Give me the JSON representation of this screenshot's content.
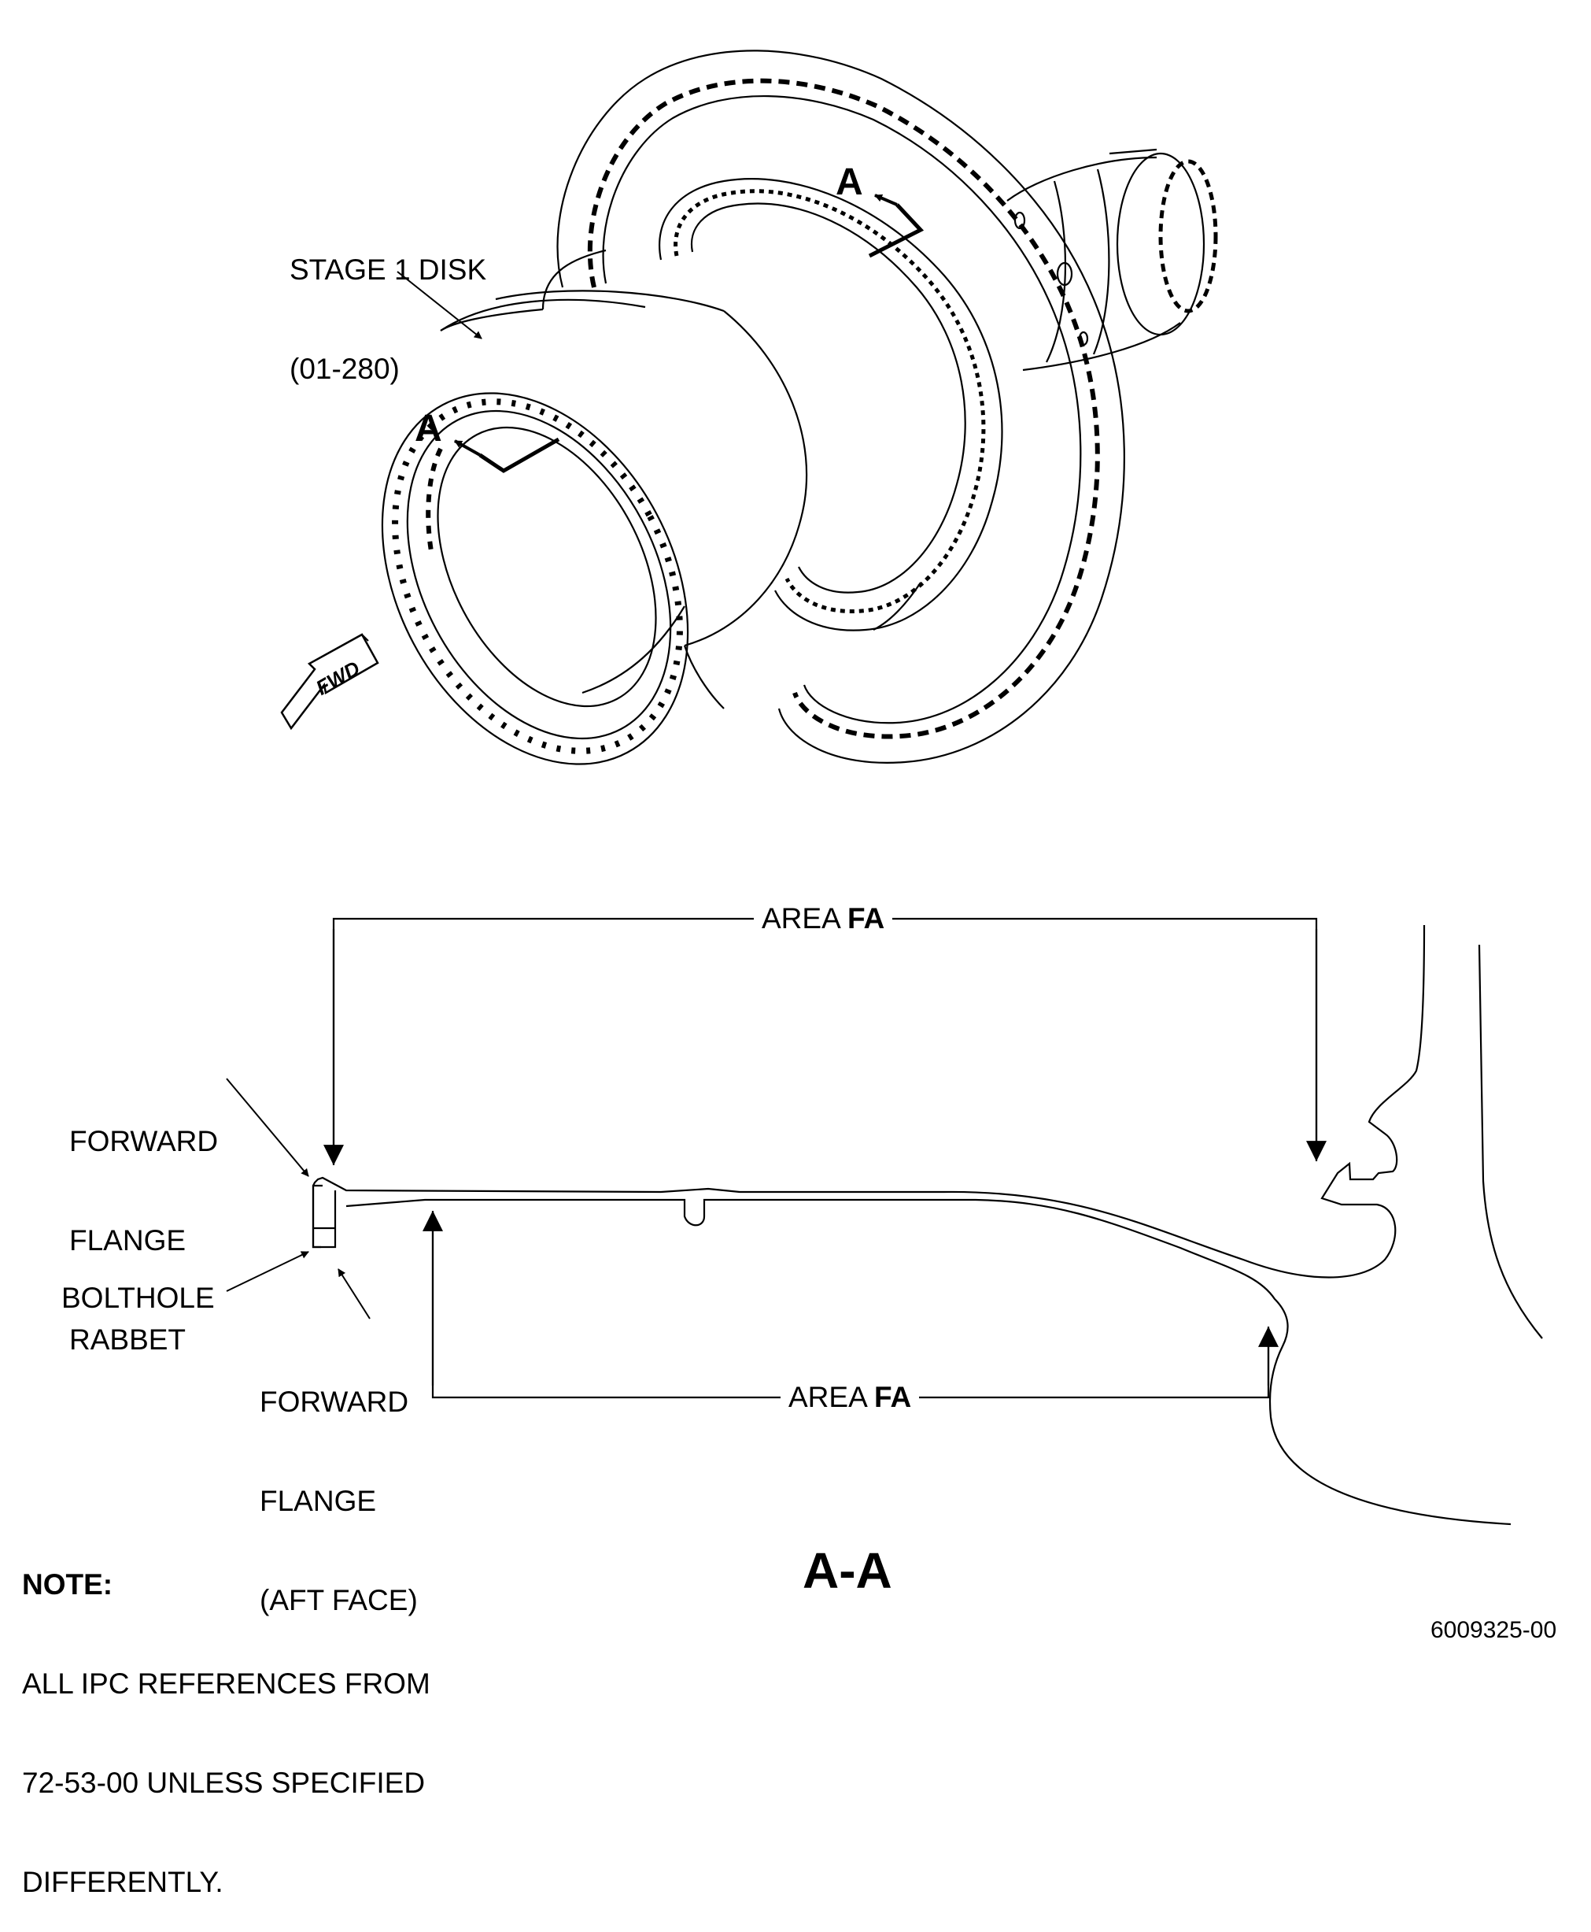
{
  "top_view": {
    "stage1_label_line1": "STAGE 1 DISK",
    "stage1_label_line2": "(01-280)",
    "section_mark_upper": "A",
    "section_mark_lower": "A",
    "fwd_arrow_text": "FWD"
  },
  "section_view": {
    "area_label_prefix": "AREA ",
    "area_label_code": "FA",
    "forward_flange_rabbet": [
      "FORWARD",
      "FLANGE",
      "RABBET"
    ],
    "bolthole": "BOLTHOLE",
    "forward_flange_aft_face": [
      "FORWARD",
      "FLANGE",
      "(AFT FACE)"
    ],
    "title": "A-A"
  },
  "note": {
    "heading": "NOTE:",
    "lines": [
      "ALL IPC REFERENCES FROM",
      "72-53-00 UNLESS SPECIFIED",
      "DIFFERENTLY."
    ]
  },
  "figure_number": "6009325-00",
  "colors": {
    "ink": "#000000",
    "paper": "#ffffff"
  }
}
